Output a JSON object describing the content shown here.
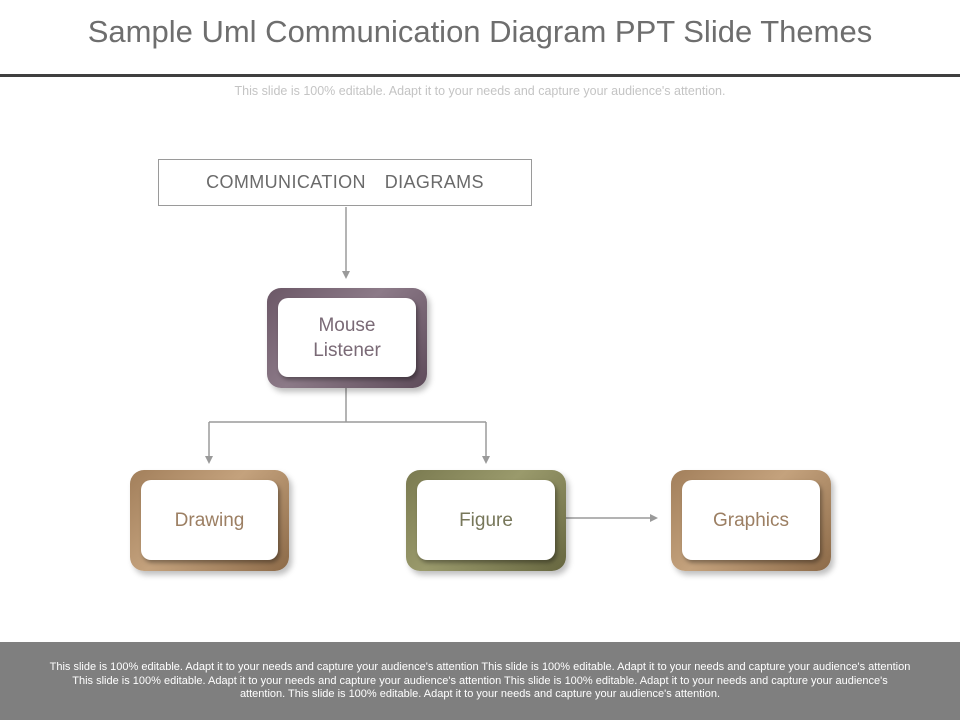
{
  "slide": {
    "title": "Sample Uml Communication Diagram PPT Slide Themes",
    "subtitle": "This slide is 100% editable. Adapt it to your needs and capture your audience's attention."
  },
  "diagram": {
    "header": "COMMUNICATION  DIAGRAMS",
    "nodes": {
      "mouse_listener": {
        "line1": "Mouse",
        "line2": "Listener",
        "color": "#7a6674"
      },
      "drawing": {
        "label": "Drawing",
        "color": "#a98a67"
      },
      "figure": {
        "label": "Figure",
        "color": "#85855a"
      },
      "graphics": {
        "label": "Graphics",
        "color": "#a98a67"
      }
    },
    "edges": [
      {
        "from": "header",
        "to": "mouse_listener"
      },
      {
        "from": "mouse_listener",
        "to": "drawing"
      },
      {
        "from": "mouse_listener",
        "to": "figure"
      },
      {
        "from": "figure",
        "to": "graphics"
      }
    ]
  },
  "footer": {
    "line1": "This slide is 100% editable. Adapt it to your needs and capture your audience's attention This slide is 100% editable. Adapt it to your needs and capture your audience's attention",
    "line2": "This slide is 100% editable. Adapt it to your needs and capture your audience's attention This slide is 100% editable. Adapt it to your needs and capture your audience's",
    "line3": "attention. This slide is 100% editable. Adapt it to your needs and capture your audience's attention."
  }
}
